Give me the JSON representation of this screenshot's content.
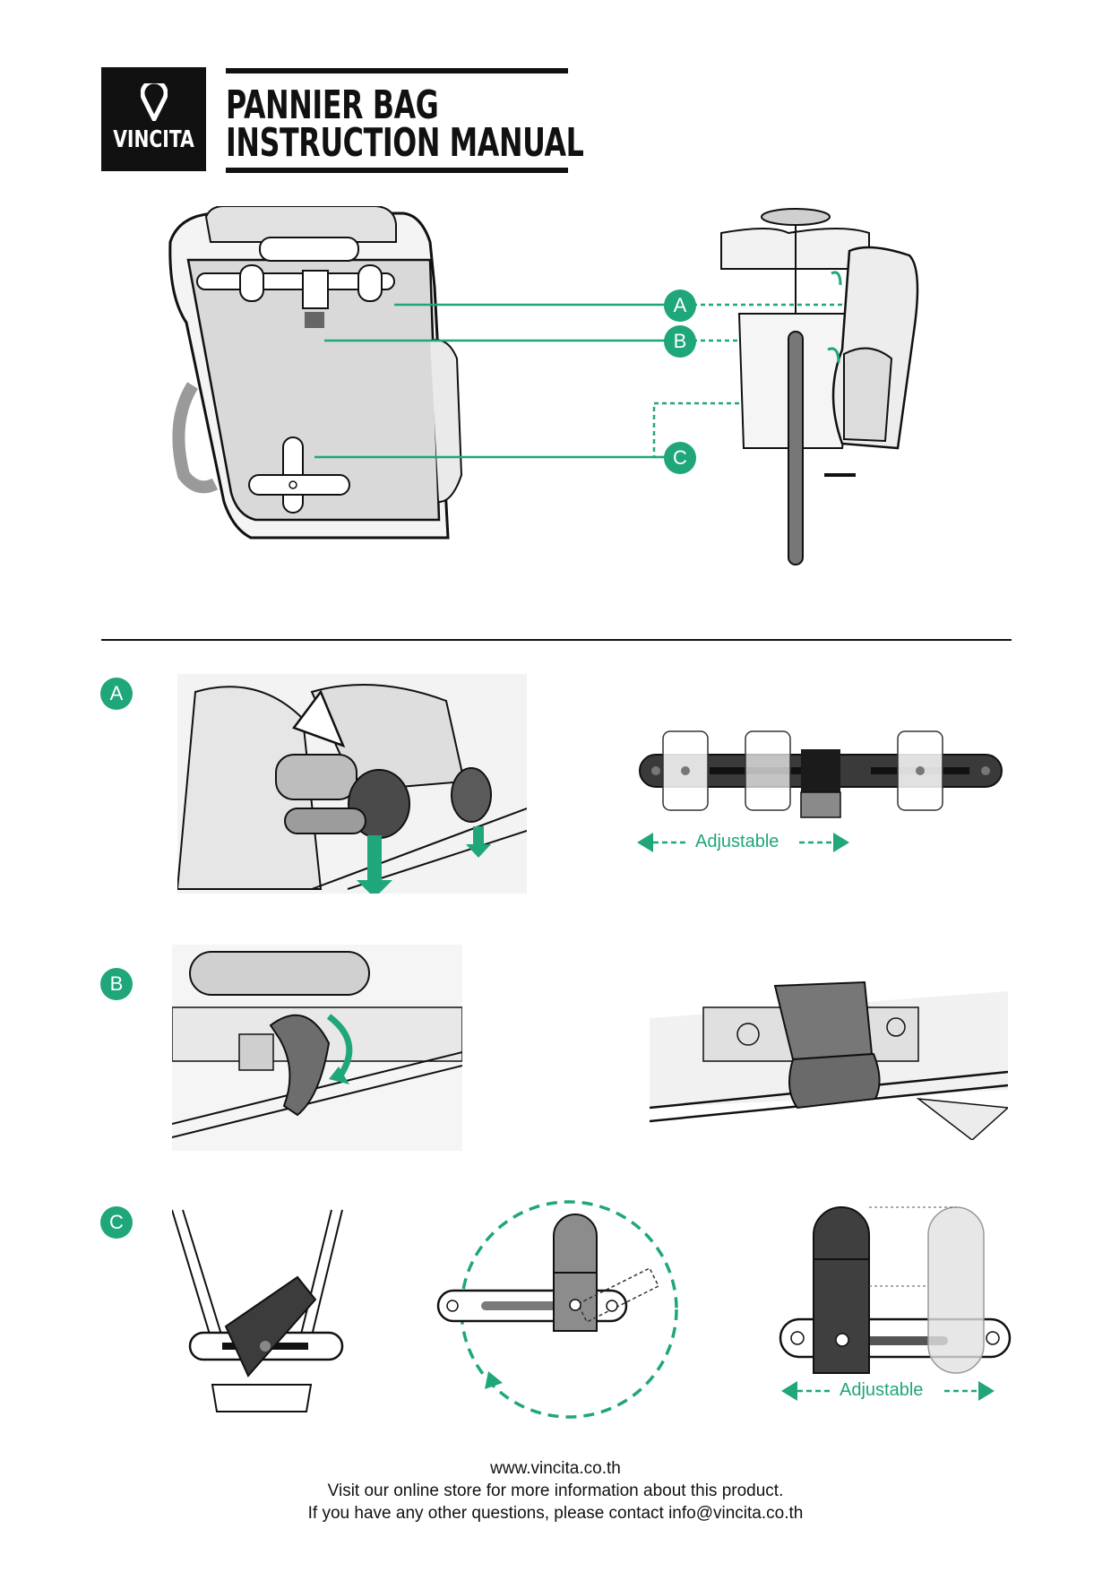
{
  "brand": {
    "name": "VINCITA"
  },
  "title": {
    "line1": "PANNIER BAG",
    "line2": "INSTRUCTION MANUAL"
  },
  "callouts": [
    "A",
    "B",
    "C"
  ],
  "sections": [
    {
      "badge": "A",
      "adjustable_label": "Adjustable"
    },
    {
      "badge": "B"
    },
    {
      "badge": "C",
      "adjustable_label": "Adjustable"
    }
  ],
  "footer": {
    "website": "www.vincita.co.th",
    "line1": "Visit our online store for more information about this product.",
    "line2": "If you have any other questions, please contact info@vincita.co.th"
  },
  "colors": {
    "accent": "#1fa67a",
    "ink": "#111111",
    "panel": "#d9d9d9"
  }
}
